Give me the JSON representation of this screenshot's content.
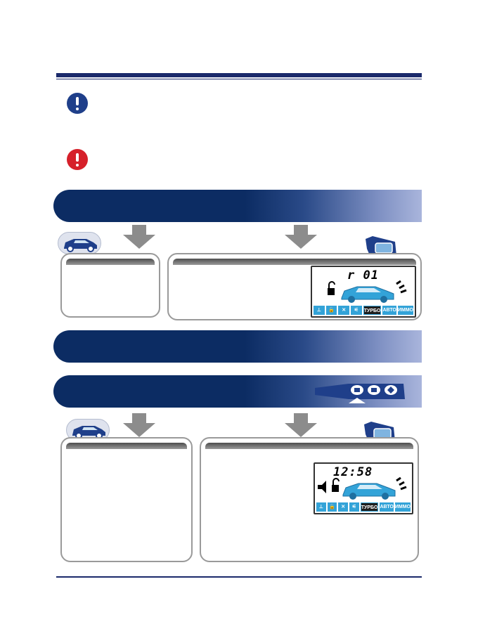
{
  "screen1": {
    "display_code": "r 01",
    "strip": [
      "⊥",
      "🔓",
      "✕",
      "⚟",
      "ТУРБО",
      "АВТО",
      "ИММО"
    ]
  },
  "screen2": {
    "display_time": "12:58",
    "strip": [
      "⊥",
      "🔓",
      "✕",
      "⚟",
      "ТУРБО",
      "АВТО",
      "ИММО"
    ]
  },
  "colors": {
    "accent": "#0c2c63",
    "lcd_blue": "#33a3d8",
    "warning_red": "#d6202a"
  }
}
